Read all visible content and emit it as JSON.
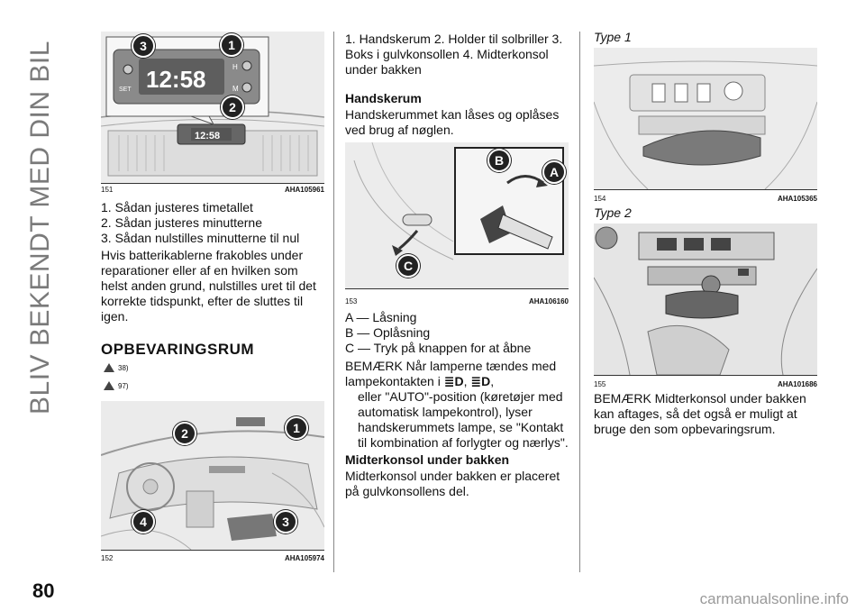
{
  "side_title": "BLIV BEKENDT MED DIN BIL",
  "page_number": "80",
  "watermark": "carmanualsonline.info",
  "col1": {
    "fig1": {
      "num": "151",
      "id": "AHA105961",
      "clock_time": "12:58",
      "clock_time_small": "12:58",
      "btn_set": "SET",
      "btn_h": "H",
      "btn_m": "M",
      "callouts": [
        "3",
        "1",
        "2"
      ]
    },
    "list": [
      "1. Sådan justeres timetallet",
      "2. Sådan justeres minutterne",
      "3. Sådan nulstilles minutterne til nul"
    ],
    "para": "Hvis batterikablerne frakobles under reparationer eller af en hvilken som helst anden grund, nulstilles uret til det korrekte tidspunkt, efter de sluttes til igen.",
    "heading": "OPBEVARINGSRUM",
    "warnings": [
      "38)",
      "97)"
    ],
    "fig2": {
      "num": "152",
      "id": "AHA105974",
      "callouts": [
        "2",
        "1",
        "4",
        "3"
      ]
    }
  },
  "col2": {
    "intro": "1. Handskerum 2. Holder til solbriller 3. Boks i gulvkonsollen 4. Midterkonsol under bakken",
    "heading1": "Handskerum",
    "para1": "Handskerummet kan låses og oplåses ved brug af nøglen.",
    "fig3": {
      "num": "153",
      "id": "AHA106160",
      "callouts": [
        "B",
        "A",
        "C"
      ]
    },
    "legend": [
      "A — Låsning",
      "B — Oplåsning",
      "C — Tryk på knappen for at åbne"
    ],
    "note_start": "BEMÆRK Når lamperne tændes med lampekontakten i",
    "note_icon1": "≣D",
    "note_icon2": "≣D",
    "note_rest": "eller \"AUTO\"-position (køretøjer med automatisk lampekontrol), lyser handskerummets lampe, se \"Kontakt til kombination af forlygter og nærlys\".",
    "heading2": "Midterkonsol under bakken",
    "para2": "Midterkonsol under bakken er placeret på gulvkonsollens del."
  },
  "col3": {
    "type1": "Type 1",
    "fig4": {
      "num": "154",
      "id": "AHA105365"
    },
    "type2": "Type 2",
    "fig5": {
      "num": "155",
      "id": "AHA101686"
    },
    "note": "BEMÆRK Midterkonsol under bakken kan aftages, så det også er muligt at bruge den som opbevaringsrum."
  }
}
